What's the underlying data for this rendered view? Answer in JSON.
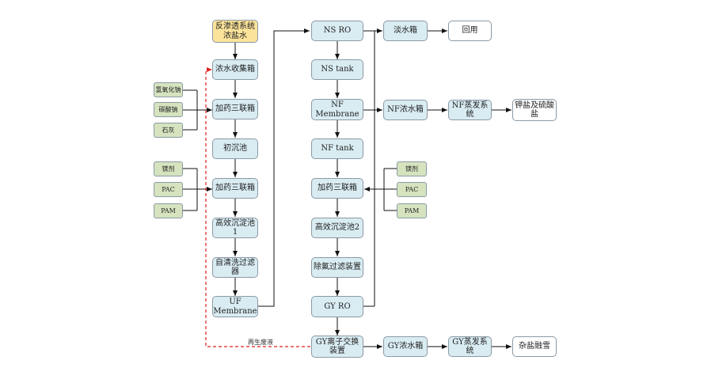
{
  "nodes": {
    "src": "反渗透系统浓盐水",
    "collect": "浓水收集箱",
    "mix1": "加药三联箱",
    "settle": "初沉池",
    "mix2": "加药三联箱",
    "hes1": "高效沉淀池1",
    "selfclean": "自清洗过滤器",
    "uf": "UF Membrane",
    "nsro": "NS RO",
    "nstank": "NS tank",
    "nf": "NF Membrane",
    "nftank": "NF tank",
    "mix3": "加药三联箱",
    "hes2": "高效沉淀池2",
    "defluor": "除氟过滤装置",
    "gyro": "GY RO",
    "ionex": "GY离子交换装置",
    "freshtank": "淡水箱",
    "reuse": "回用",
    "nfconc": "NF浓水箱",
    "nfevap": "NF蒸发系统",
    "saltout": "钾盐及硫酸盐",
    "gyconc": "GY浓水箱",
    "gyevap": "GY蒸发系统",
    "mixsalt": "杂盐融雪"
  },
  "chems": {
    "c1": "氢氧化钠",
    "c2": "碳酸钠",
    "c3": "石灰",
    "c4": "镁剂",
    "c5": "PAC",
    "c6": "PAM",
    "c7": "镁剂",
    "c8": "PAC",
    "c9": "PAM"
  },
  "labels": {
    "regen": "再生废液"
  },
  "colors": {
    "process": "#d9ecf2",
    "chemical": "#d5e3bf",
    "source": "#fbe39a",
    "output": "#ffffff",
    "regen_line": "#e02020"
  }
}
